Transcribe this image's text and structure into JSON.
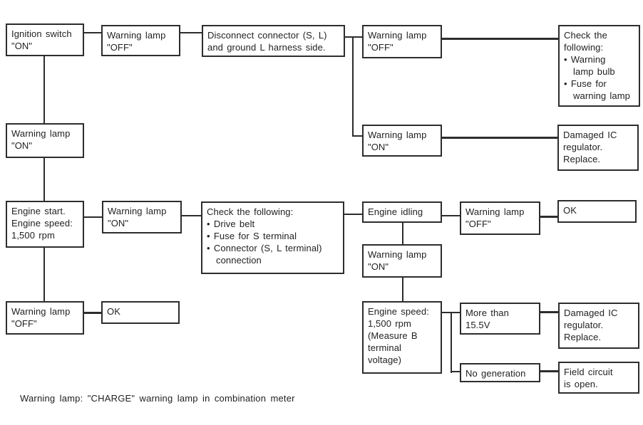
{
  "colors": {
    "ink": "#2d2d2d",
    "background": "#ffffff"
  },
  "footnote": "Warning lamp: \"CHARGE\" warning lamp in combination meter",
  "boxes": {
    "ignition_switch": {
      "lines": [
        "Ignition switch",
        "\"ON\""
      ]
    },
    "warning_lamp_off_top": {
      "lines": [
        "Warning lamp",
        "\"OFF\""
      ]
    },
    "disconnect_connector": {
      "lines": [
        "Disconnect connector (S, L)",
        "and ground L harness side."
      ]
    },
    "warning_lamp_off_mid": {
      "lines": [
        "Warning lamp",
        "\"OFF\""
      ]
    },
    "check_warning_lamp": {
      "lines": [
        "Check the",
        "following:",
        "• Warning",
        "lamp bulb",
        "• Fuse for",
        "warning lamp"
      ]
    },
    "warning_lamp_on_left": {
      "lines": [
        "Warning lamp",
        "\"ON\""
      ]
    },
    "warning_lamp_on_mid": {
      "lines": [
        "Warning lamp",
        "\"ON\""
      ]
    },
    "damaged_ic_top": {
      "lines": [
        "Damaged IC",
        "regulator.",
        "Replace."
      ]
    },
    "engine_start": {
      "lines": [
        "Engine start.",
        "Engine speed:",
        "1,500 rpm"
      ]
    },
    "warning_lamp_on_row2": {
      "lines": [
        "Warning lamp",
        "\"ON\""
      ]
    },
    "check_drive_belt": {
      "lines": [
        "Check the following:",
        "• Drive belt",
        "• Fuse for S terminal",
        "• Connector (S, L terminal)",
        "connection"
      ]
    },
    "engine_idling": {
      "lines": [
        "Engine idling"
      ]
    },
    "warning_lamp_off_row2": {
      "lines": [
        "Warning lamp",
        "\"OFF\""
      ]
    },
    "ok_row2": {
      "lines": [
        "OK"
      ]
    },
    "warning_lamp_on_idle": {
      "lines": [
        "Warning lamp",
        "\"ON\""
      ]
    },
    "warning_lamp_off_left": {
      "lines": [
        "Warning lamp",
        "\"OFF\""
      ]
    },
    "ok_left": {
      "lines": [
        "OK"
      ]
    },
    "engine_speed_measure": {
      "lines": [
        "Engine speed:",
        "1,500 rpm",
        "(Measure B",
        "terminal",
        "voltage)"
      ]
    },
    "more_than_155v": {
      "lines": [
        "More than",
        "15.5V"
      ]
    },
    "damaged_ic_bottom": {
      "lines": [
        "Damaged IC",
        "regulator.",
        "Replace."
      ]
    },
    "no_generation": {
      "lines": [
        "No generation"
      ]
    },
    "field_circuit": {
      "lines": [
        "Field circuit",
        "is open."
      ]
    }
  }
}
